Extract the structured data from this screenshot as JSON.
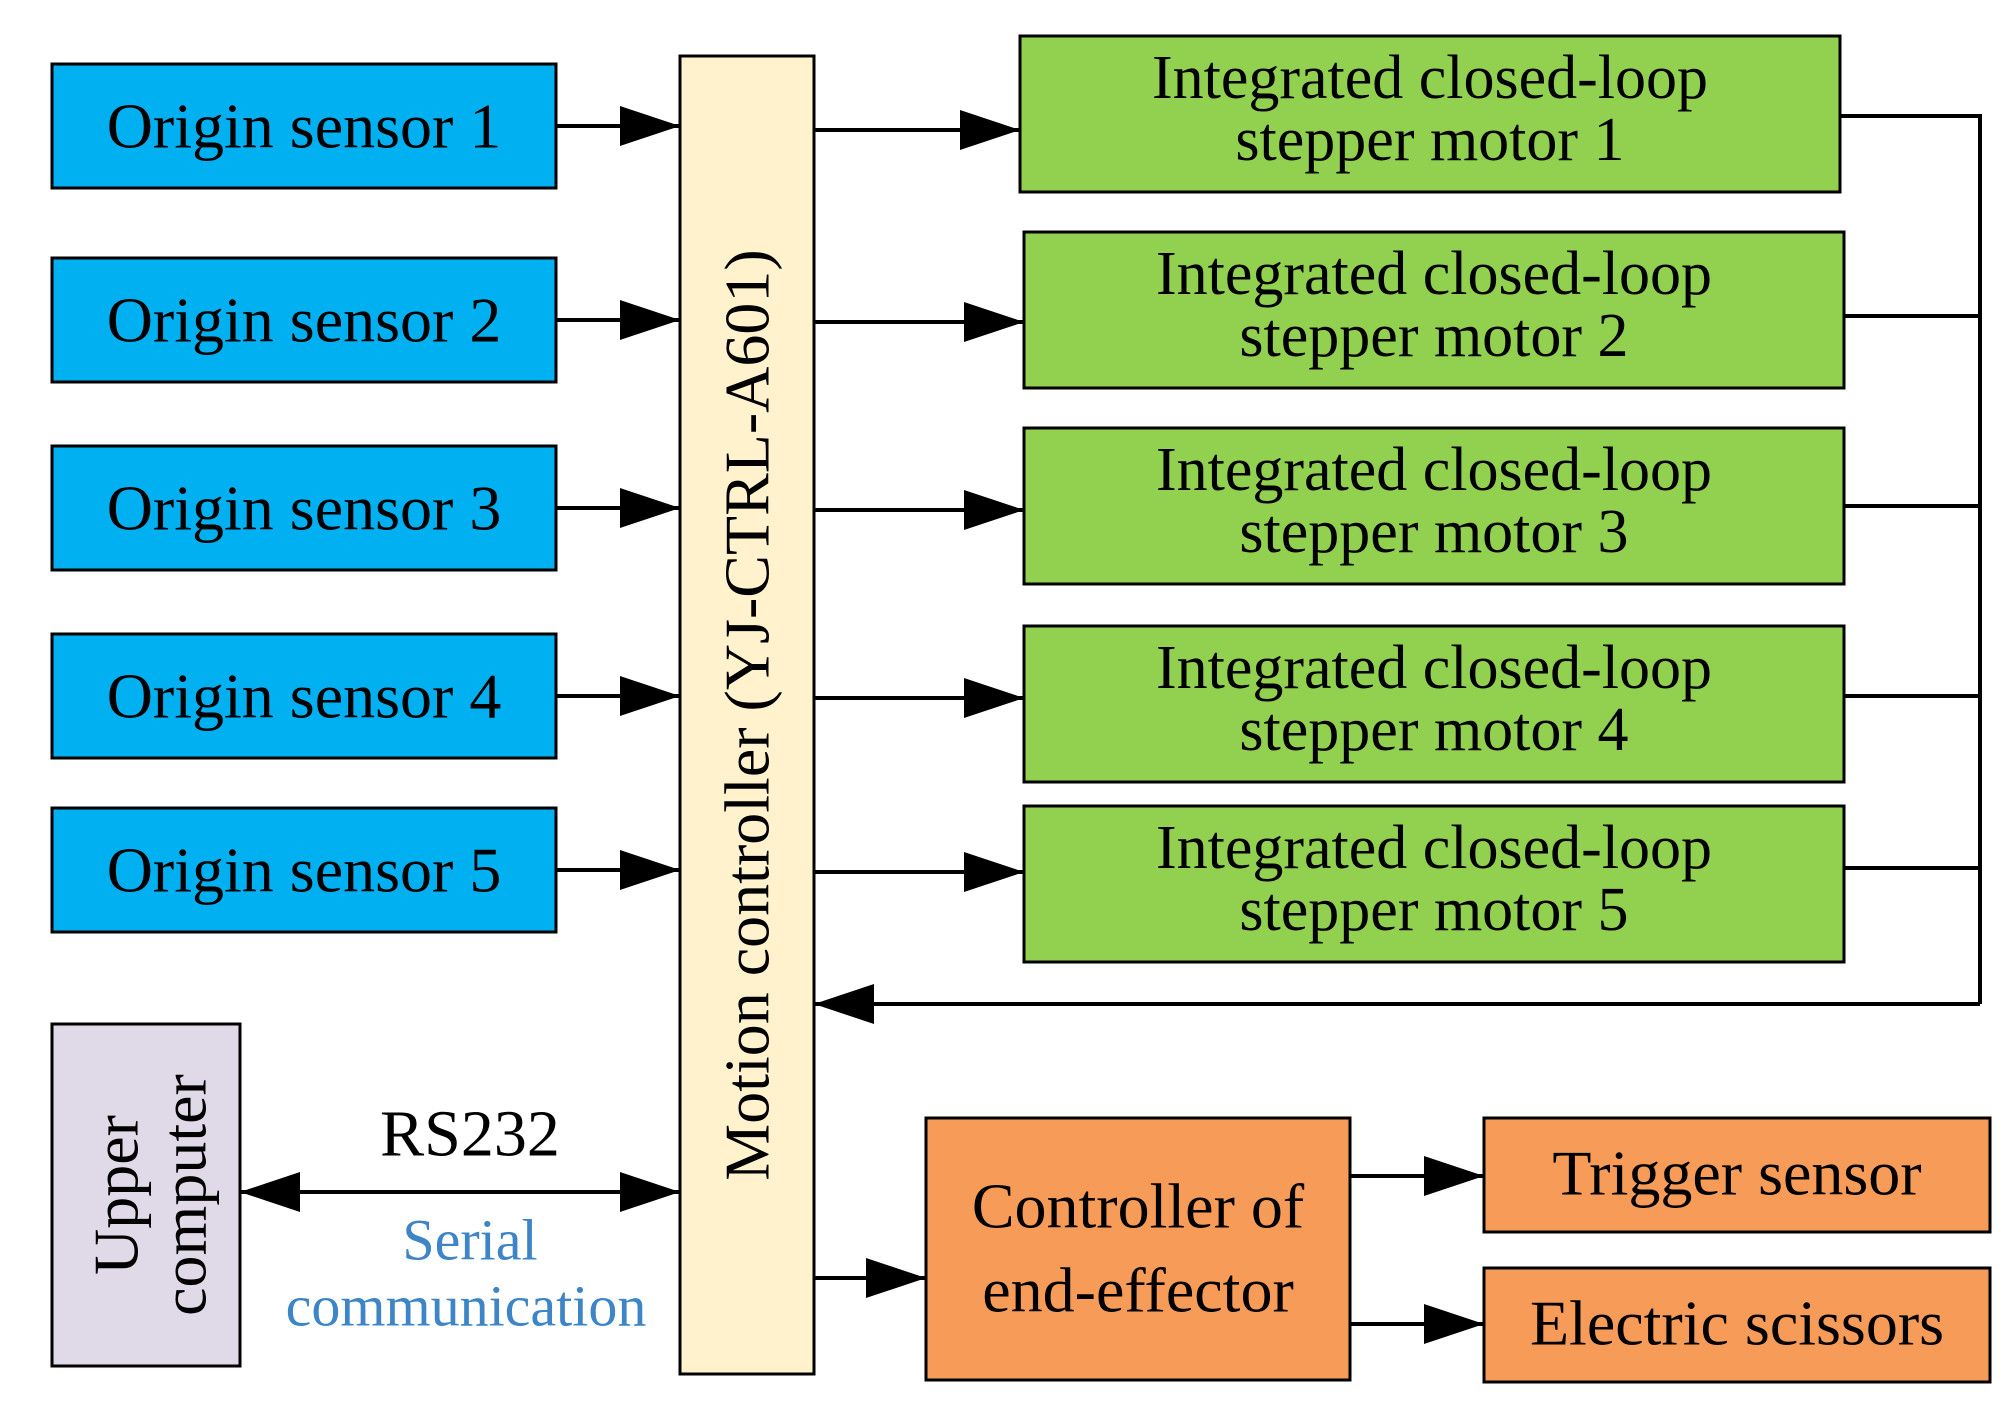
{
  "sensors": [
    {
      "label": "Origin sensor 1"
    },
    {
      "label": "Origin sensor 2"
    },
    {
      "label": "Origin sensor 3"
    },
    {
      "label": "Origin sensor 4"
    },
    {
      "label": "Origin sensor 5"
    }
  ],
  "controller": {
    "label": "Motion controller (YJ-CTRL-A601)"
  },
  "motors": [
    {
      "line1": "Integrated closed-loop",
      "line2": "stepper motor 1"
    },
    {
      "line1": "Integrated closed-loop",
      "line2": "stepper motor 2"
    },
    {
      "line1": "Integrated closed-loop",
      "line2": "stepper motor 3"
    },
    {
      "line1": "Integrated closed-loop",
      "line2": "stepper motor 4"
    },
    {
      "line1": "Integrated closed-loop",
      "line2": "stepper motor 5"
    }
  ],
  "upper_computer": {
    "line1": "Upper",
    "line2": "computer"
  },
  "link": {
    "protocol": "RS232",
    "desc1": "Serial",
    "desc2": "communication"
  },
  "end_effector": {
    "line1": "Controller of",
    "line2": "end-effector"
  },
  "outputs": [
    {
      "label": "Trigger sensor"
    },
    {
      "label": "Electric scissors"
    }
  ],
  "colors": {
    "sensor": "#00b0f0",
    "controller": "#fff2cc",
    "motor": "#92d050",
    "upper": "#e0d9e8",
    "end_effector": "#f79c58",
    "serial_text": "#3d85c6",
    "line": "#000000"
  }
}
